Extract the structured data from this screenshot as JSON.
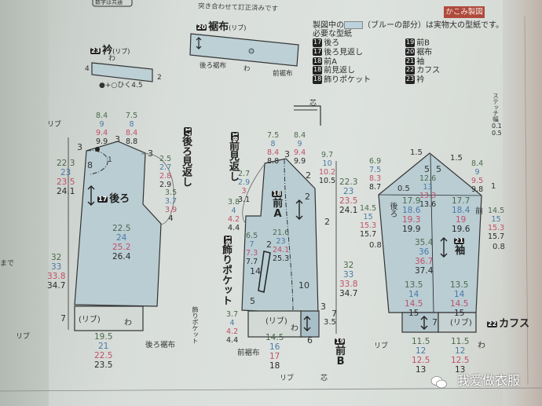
{
  "header": {
    "badge": "かこみ製図",
    "top_note_left": "数字は共通",
    "top_note_right": "突き合わせて訂正済みです"
  },
  "legend": {
    "intro": "製図中の",
    "intro_after": "（ブルーの部分）は実物大の型紙です。",
    "required": "必要な型紙",
    "col1": [
      {
        "num": "17",
        "label": "後ろ"
      },
      {
        "num": "17",
        "label": "後ろ見返し"
      },
      {
        "num": "18",
        "label": "前A"
      },
      {
        "num": "18",
        "label": "前見返し"
      },
      {
        "num": "18",
        "label": "飾りポケット"
      }
    ],
    "col2": [
      {
        "num": "19",
        "label": "前B"
      },
      {
        "num": "20",
        "label": "裾布"
      },
      {
        "num": "21",
        "label": "袖"
      },
      {
        "num": "22",
        "label": "カフス"
      },
      {
        "num": "23",
        "label": "衿"
      }
    ]
  },
  "collar": {
    "title_num": "23",
    "title": "衿",
    "sub": "(リブ)",
    "wa": "わ",
    "h": "4",
    "end": "2",
    "length": "●+○ひく4.5"
  },
  "hem_band": {
    "title_num": "20",
    "title": "裾布",
    "sub": "(リブ)",
    "back_label": "後ろ裾布",
    "wa": "わ",
    "front_label": "前裾布"
  },
  "stitch_note": {
    "label": "ステッチ幅",
    "values": [
      "0.1",
      "0.5"
    ]
  },
  "back": {
    "num": "17",
    "label": "後ろ",
    "facing_num": "17",
    "facing": "後ろ見返し",
    "rib": "リブ",
    "rib_bottom": "リブ",
    "neck_w1": [
      "8.4",
      "9",
      "9.4",
      "9.9"
    ],
    "neck_w2": [
      "7.5",
      "8",
      "8.4",
      "8.8"
    ],
    "top3": "3",
    "left3": "3",
    "shoulder3": "3",
    "neck8": "8",
    "neck1": "1",
    "armhole_len": [
      "22.3",
      "23",
      "23.5",
      "24.1"
    ],
    "sh_a": [
      "2.5",
      "2.7",
      "2.8",
      "2.9"
    ],
    "sh_b": [
      "3.5",
      "3.7",
      "3.9",
      "4"
    ],
    "chest": [
      "22.5",
      "24",
      "25.2",
      "26.4"
    ],
    "body_len": [
      "32",
      "33",
      "33.8",
      "34.7"
    ],
    "rib_h": "7",
    "rib_text": "(リブ)",
    "wa": "わ",
    "hem_w": [
      "19.5",
      "21",
      "22.5",
      "23.5"
    ],
    "hem_label": "後ろ裾布",
    "side_note": "まで"
  },
  "front": {
    "num": "18",
    "label_a": "前",
    "label_a2": "A",
    "facing_num": "18",
    "facing": "前見返し",
    "pocket_num": "18",
    "pocket": "飾りポケット",
    "pocket_side": "飾りポケット",
    "core": "芯",
    "core_bottom": "芯",
    "rib_bottom": "リブ",
    "w1": [
      "7.5",
      "8",
      "8.4",
      "8.8"
    ],
    "w2": [
      "8.4",
      "9",
      "9.4",
      "9.9"
    ],
    "top3": "3",
    "neck": [
      "9.7",
      "10",
      "10.2",
      "10.5"
    ],
    "f_a": [
      "2.7",
      "2.9",
      "3",
      "3.1"
    ],
    "f_b": [
      "3.8",
      "4",
      "4.2",
      "4.4"
    ],
    "arm": [
      "22.3",
      "23",
      "23.5",
      "24.1"
    ],
    "chest": [
      "21.6",
      "23",
      "24.1",
      "25.3"
    ],
    "pk_a": [
      "6.5",
      "7",
      "7.3",
      "7.7"
    ],
    "pk_len": "14",
    "pk_top": "2",
    "pk_bot": "5",
    "ten": "10",
    "body_len": [
      "32",
      "33",
      "33.8",
      "34.7"
    ],
    "rib_text": "(リブ)",
    "wa": "わ",
    "rib_side": [
      "3.7",
      "4",
      "4.2",
      "4.4"
    ],
    "hem_w": [
      "14.5",
      "16",
      "17",
      "18"
    ],
    "hem_label": "前裾布",
    "b3": "3",
    "b7": "7",
    "b35": "3.5",
    "b6": "6",
    "twos": [
      "2",
      "2",
      "2",
      "2"
    ],
    "b_num": "19",
    "b_label": "前",
    "b_label2": "B"
  },
  "sleeve": {
    "num": "21",
    "label": "袖",
    "back": "後ろ",
    "front": "前",
    "top_l": "1.5",
    "top_r": "1.5",
    "five_l": "5",
    "five_r": "5",
    "cap_h": [
      "12.6",
      "13",
      "13.3",
      "13.6"
    ],
    "l_cap": [
      "6.9",
      "7.5",
      "8.3",
      "8.7"
    ],
    "r_cap": [
      "8.4",
      "9",
      "9.5",
      "9.8"
    ],
    "r1": "1",
    "half05": "0.5",
    "bl": [
      "17.9",
      "18.6",
      "19.3",
      "19.9"
    ],
    "fr": [
      "17.7",
      "18.4",
      "19",
      "19.6"
    ],
    "side_l": [
      "14.5",
      "15",
      "15.3",
      "15.7"
    ],
    "side_r": [
      "14.5",
      "15",
      "15.3",
      "15.7"
    ],
    "l08": "0.8",
    "r08": "0.8",
    "len": [
      "35.4",
      "36",
      "36.7",
      "37.4"
    ],
    "wl": [
      "13.5",
      "14",
      "14.5",
      "15"
    ],
    "wr": [
      "13.5",
      "14",
      "14.5",
      "15"
    ],
    "cuff_num": "22",
    "cuff": "カフス",
    "cuff_h": "7",
    "cuff_text": "(リブ)",
    "wa": "わ",
    "cw_l": [
      "11.5",
      "12",
      "12.5",
      "13"
    ],
    "cw_r": [
      "11.5",
      "12",
      "12.5",
      "13"
    ],
    "rib": "リブ"
  },
  "watermark": {
    "text": "我爱做衣服"
  },
  "colors": {
    "pattern_fill": "#b9cdd3",
    "line": "#333333",
    "badge": "#b04a3c",
    "size1": "#4d6b4d",
    "size2": "#4a7aa8",
    "size3": "#c0506a",
    "size4": "#2a2a2a"
  }
}
